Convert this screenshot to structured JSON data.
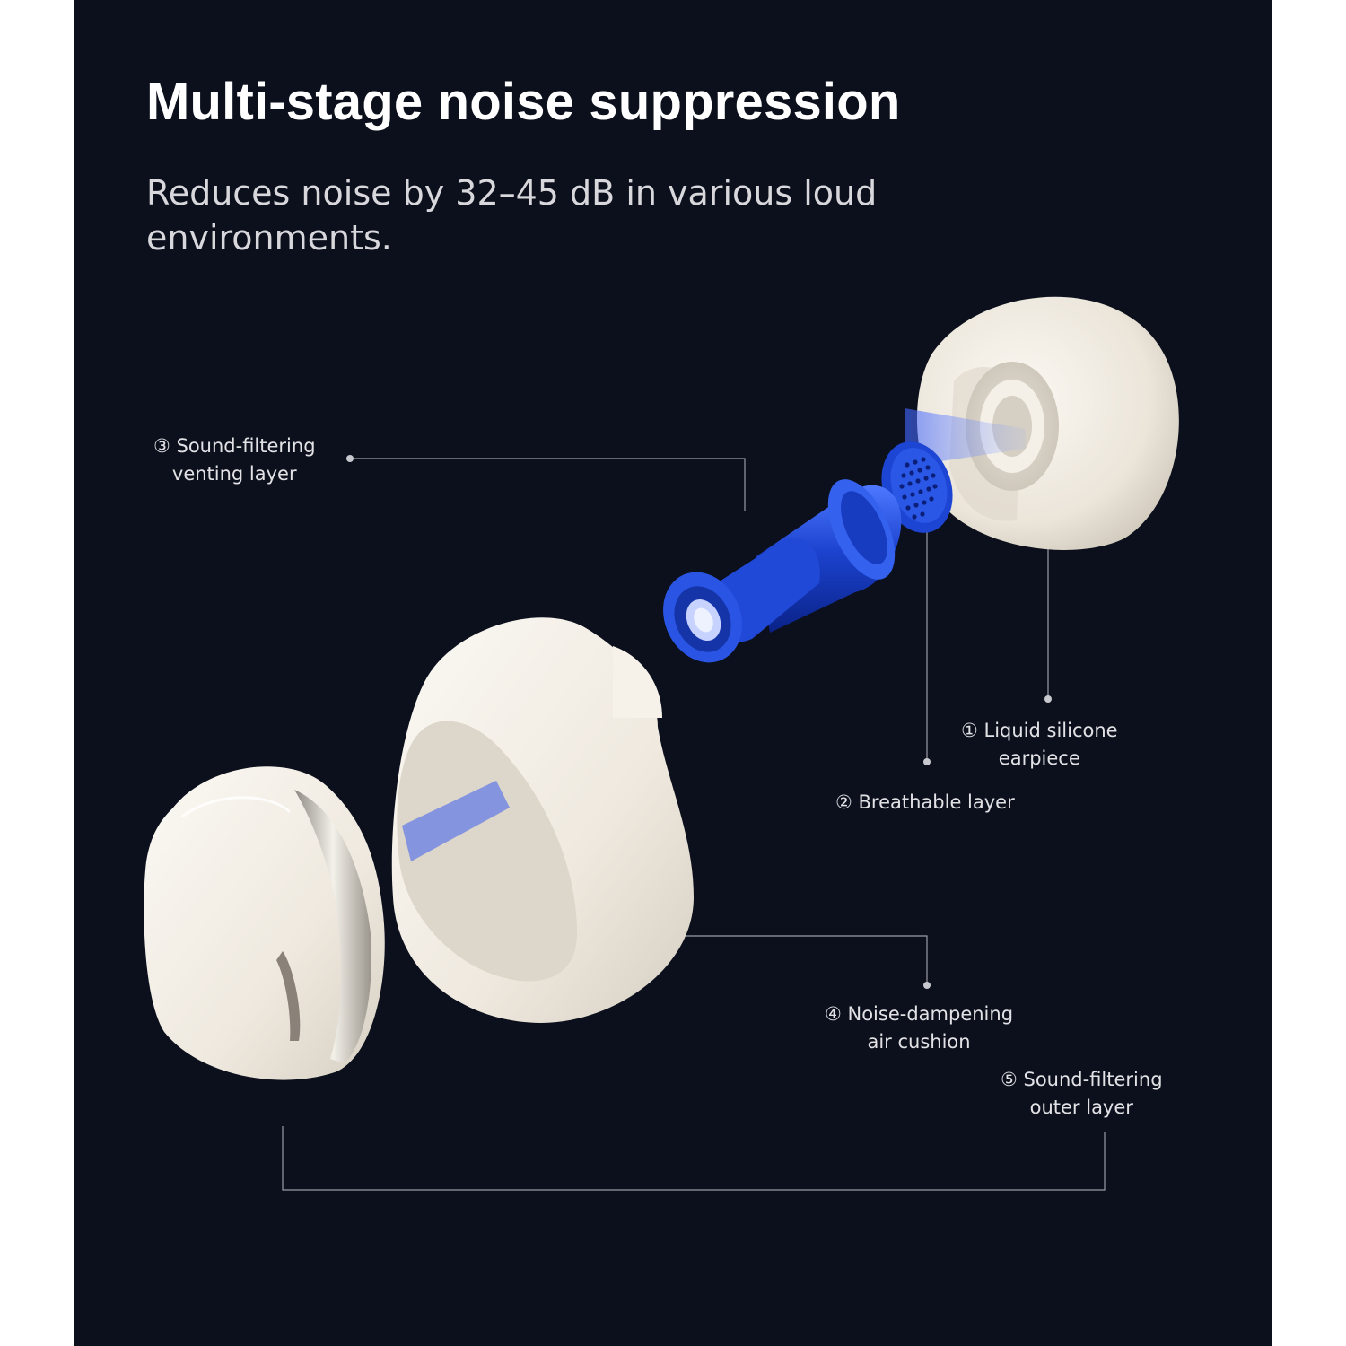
{
  "title": "Multi-stage noise suppression",
  "subtitle": "Reduces noise by 32–45 dB in various loud environments.",
  "callouts": {
    "venting": {
      "line1": "③ Sound-filtering",
      "line2": "venting layer"
    },
    "silicone": {
      "line1": "① Liquid silicone",
      "line2": "earpiece"
    },
    "breathable": {
      "line1": "② Breathable layer"
    },
    "cushion": {
      "line1": "④ Noise-dampening",
      "line2": "air cushion"
    },
    "outer": {
      "line1": "⑤ Sound-filtering",
      "line2": "outer layer"
    }
  },
  "colors": {
    "background": "#0c101c",
    "accent_blue": "#1e4fd6",
    "part_white": "#f1ece2",
    "leader_line": "#9a9ca4"
  }
}
